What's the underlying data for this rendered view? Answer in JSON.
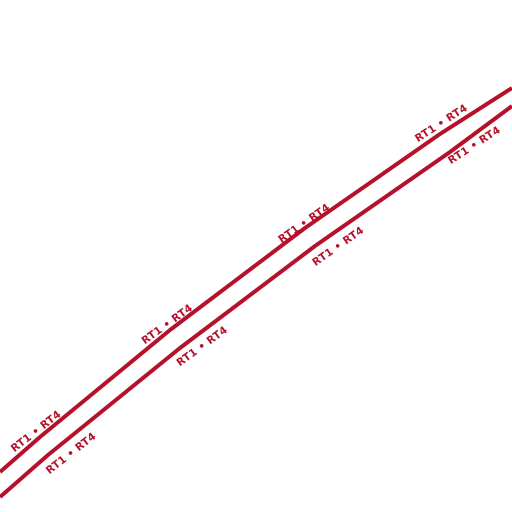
{
  "map": {
    "background": "#ffffff",
    "route_color": "#b5112a",
    "routes": [
      {
        "id": "upper",
        "labels": [
          "RT1 • RT4",
          "RT1 • RT4",
          "RT1 • RT4",
          "RT1 • RT4"
        ]
      },
      {
        "id": "lower",
        "labels": [
          "RT1 • RT4",
          "RT1 • RT4",
          "RT1 • RT4",
          "RT1 • RT4"
        ]
      }
    ]
  }
}
